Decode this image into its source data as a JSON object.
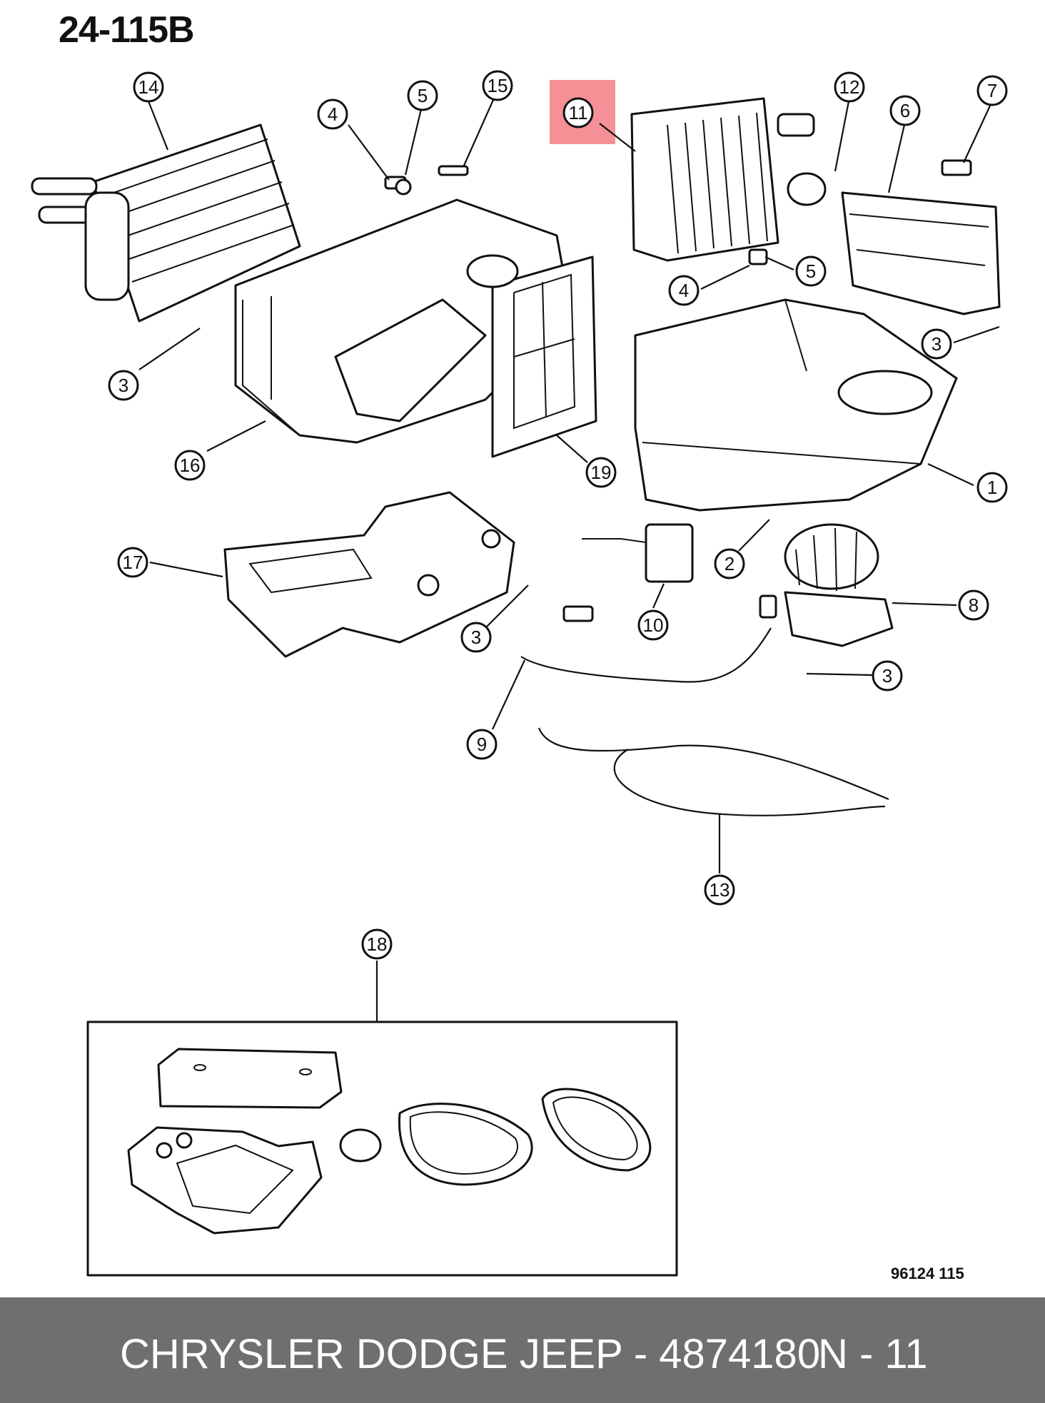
{
  "figure_code": "24-115B",
  "drawing_number": "96124  115",
  "highlight_color": "#f37d84",
  "footer": {
    "brand": "CHRYSLER DODGE JEEP - 4874180",
    "page": "N - 11",
    "background": "#6f6f71"
  },
  "callouts": [
    {
      "id": "c14",
      "num": "14"
    },
    {
      "id": "c4a",
      "num": "4"
    },
    {
      "id": "c5a",
      "num": "5"
    },
    {
      "id": "c15",
      "num": "15"
    },
    {
      "id": "c11",
      "num": "11"
    },
    {
      "id": "c12",
      "num": "12"
    },
    {
      "id": "c6",
      "num": "6"
    },
    {
      "id": "c7",
      "num": "7"
    },
    {
      "id": "c5b",
      "num": "5"
    },
    {
      "id": "c4b",
      "num": "4"
    },
    {
      "id": "c3a",
      "num": "3"
    },
    {
      "id": "c3b",
      "num": "3"
    },
    {
      "id": "c16",
      "num": "16"
    },
    {
      "id": "c19",
      "num": "19"
    },
    {
      "id": "c1",
      "num": "1"
    },
    {
      "id": "c2",
      "num": "2"
    },
    {
      "id": "c17",
      "num": "17"
    },
    {
      "id": "c3c",
      "num": "3"
    },
    {
      "id": "c10",
      "num": "10"
    },
    {
      "id": "c8",
      "num": "8"
    },
    {
      "id": "c3d",
      "num": "3"
    },
    {
      "id": "c9",
      "num": "9"
    },
    {
      "id": "c13",
      "num": "13"
    },
    {
      "id": "c18",
      "num": "18"
    }
  ]
}
